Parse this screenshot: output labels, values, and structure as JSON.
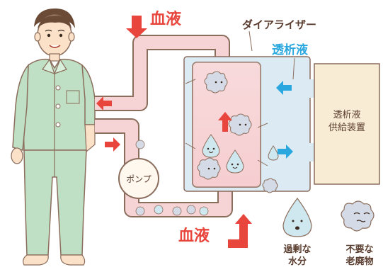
{
  "labels": {
    "blood_top": "血液",
    "blood_bottom": "血液",
    "dialyzer": "ダイアライザー",
    "dialysate": "透析液",
    "pump": "ポンプ",
    "device_line1": "透析液",
    "device_line2": "供給装置",
    "legend_water_line1": "過剰な",
    "legend_water_line2": "水分",
    "legend_waste_line1": "不要な",
    "legend_waste_line2": "老廃物"
  },
  "colors": {
    "blood_red": "#e8453c",
    "dialysate_blue": "#2aa7de",
    "tube_pink": "#f6d3d5",
    "tube_outline": "#8b6d5c",
    "dialysate_fill": "#dcebf3",
    "device_fill": "#f9ecd4",
    "pajama_green": "#bfe0c4",
    "water_drop": "#cfe7ef",
    "waste_blob": "#d5dbe6"
  }
}
